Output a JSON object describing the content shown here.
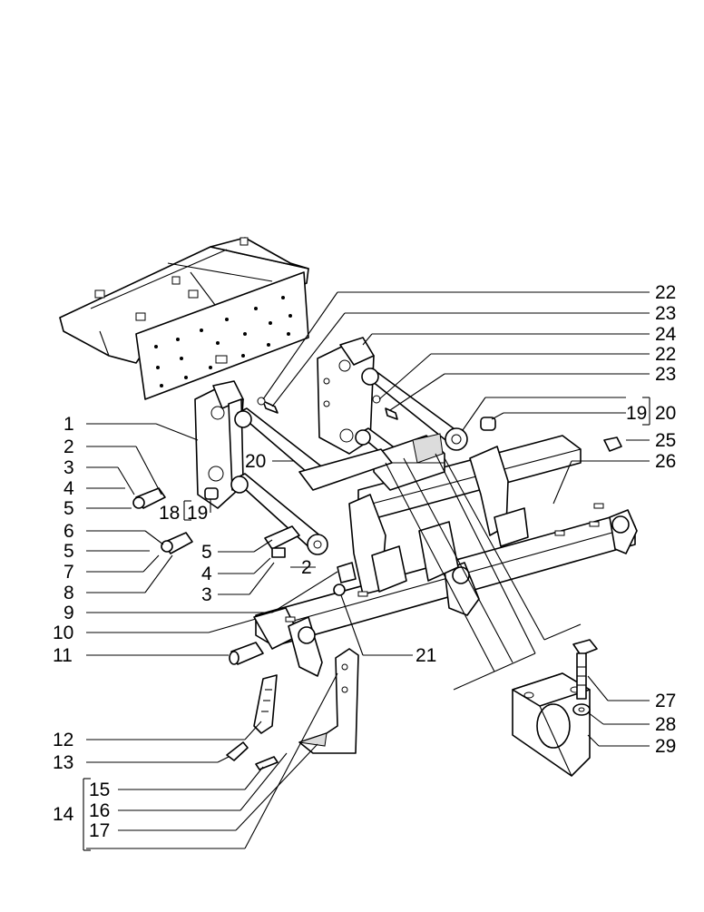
{
  "diagram": {
    "colors": {
      "ink": "#000000",
      "paper": "#ffffff"
    },
    "callouts": {
      "c1": "1",
      "c2a": "2",
      "c3a": "3",
      "c4a": "4",
      "c5a": "5",
      "c6": "6",
      "c5b": "5",
      "c7": "7",
      "c8": "8",
      "c18": "18",
      "c19a": "19",
      "c20a": "20",
      "c5c": "5",
      "c4b": "4",
      "c3b": "3",
      "c2b": "2",
      "c9": "9",
      "c10": "10",
      "c11": "11",
      "c21": "21",
      "c12": "12",
      "c13": "13",
      "c14": "14",
      "c15": "15",
      "c16": "16",
      "c17": "17",
      "c22a": "22",
      "c23a": "23",
      "c24": "24",
      "c22b": "22",
      "c23b": "23",
      "c19b": "19",
      "c20b": "20",
      "c25": "25",
      "c26": "26",
      "c27": "27",
      "c28": "28",
      "c29": "29"
    }
  }
}
